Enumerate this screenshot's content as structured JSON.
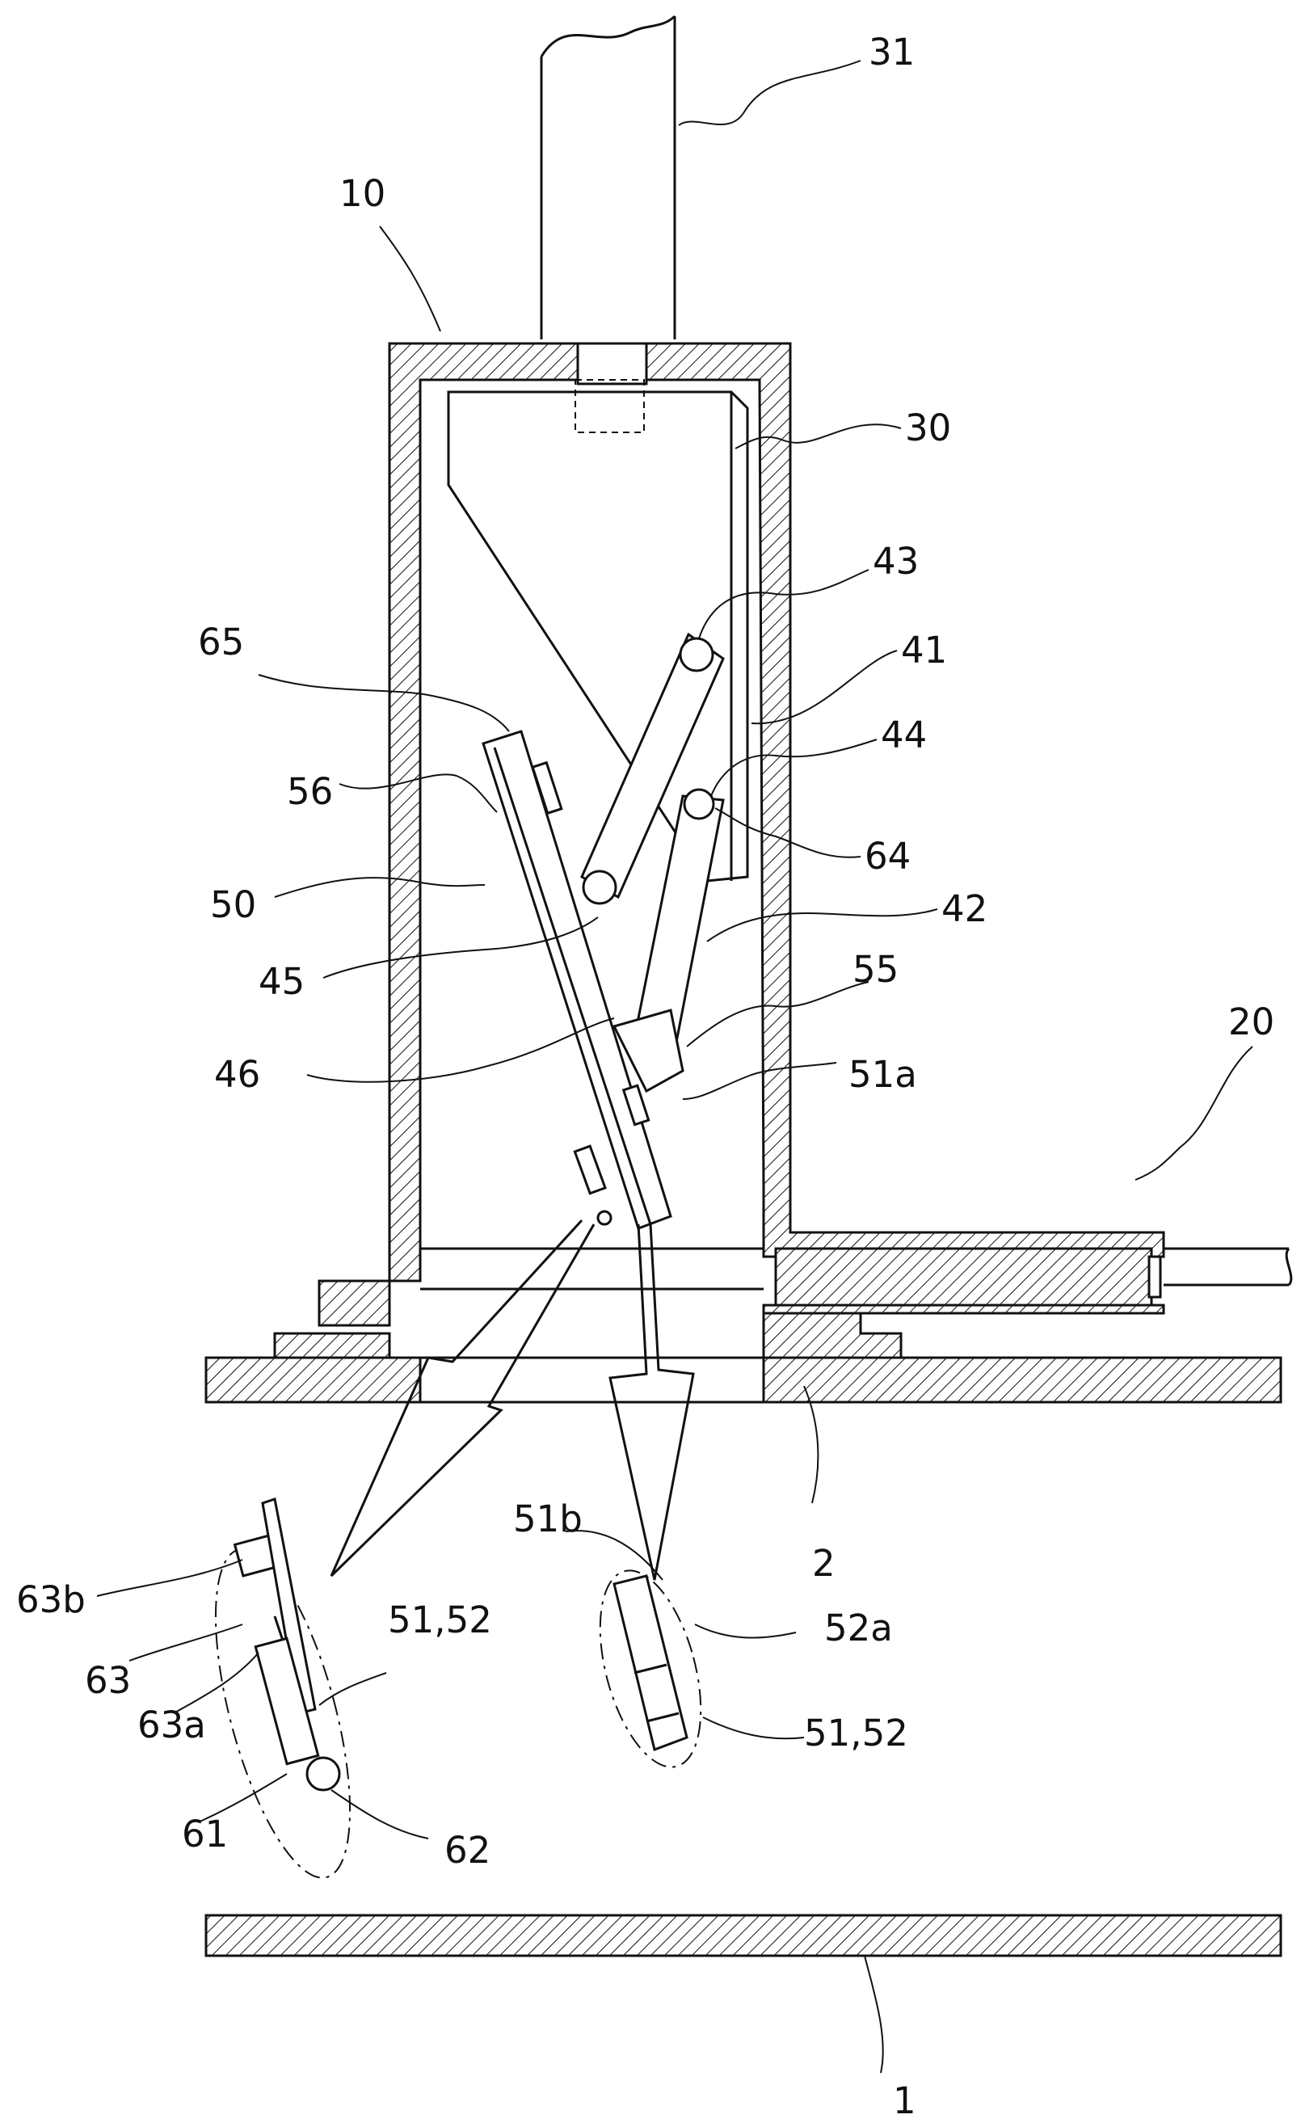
{
  "labels": {
    "l1": "1",
    "l2": "2",
    "l10": "10",
    "l20": "20",
    "l30": "30",
    "l31": "31",
    "l41": "41",
    "l42": "42",
    "l43": "43",
    "l44": "44",
    "l45": "45",
    "l46": "46",
    "l50": "50",
    "l51a": "51a",
    "l51b": "51b",
    "l55": "55",
    "l56": "56",
    "l64": "64",
    "l65": "65",
    "l52a": "52a",
    "l5152a": "51,52",
    "l5152b": "51,52",
    "l61": "61",
    "l62": "62",
    "l63": "63",
    "l63a": "63a",
    "l63b": "63b"
  }
}
